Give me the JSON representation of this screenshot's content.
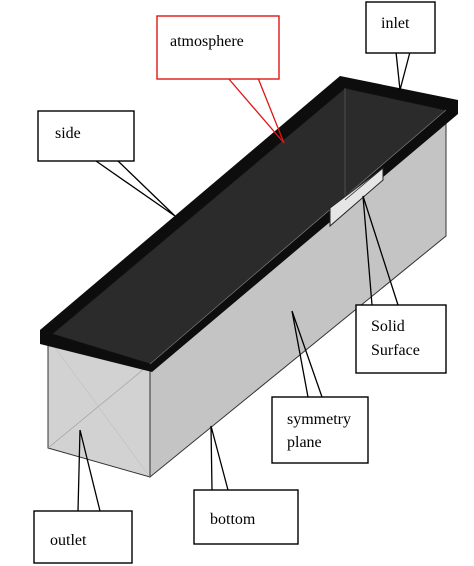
{
  "labels": {
    "atmosphere": "atmosphere",
    "inlet": "inlet",
    "side": "side",
    "solid_surface_line1": "Solid",
    "solid_surface_line2": "Surface",
    "symmetry_plane_line1": "symmetry",
    "symmetry_plane_line2": "plane",
    "bottom": "bottom",
    "outlet": "outlet"
  },
  "colors": {
    "top_face": "#2b2b2b",
    "top_rim": "#0d0d0d",
    "front_face": "#c4c4c4",
    "end_face": "#d2d2d2",
    "inlet_face": "#bdbdbd",
    "solid_surface": "#e6e6e6",
    "highlight_box": "#e01515",
    "box": "#000000",
    "background": "#ffffff"
  }
}
